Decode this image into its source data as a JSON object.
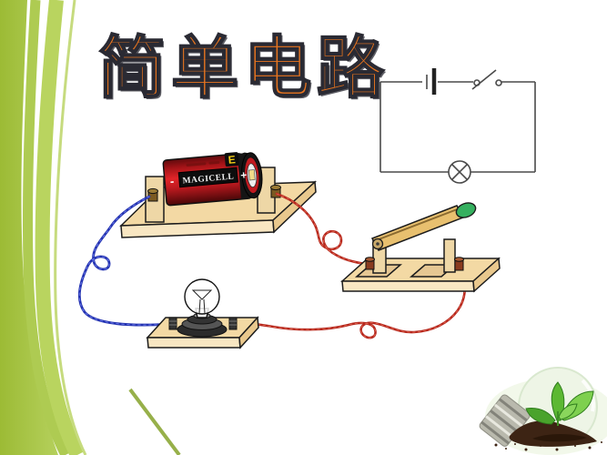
{
  "slide": {
    "title": "简单电路"
  },
  "battery": {
    "brand": "MAGICELL",
    "negative": "-",
    "positive": "+",
    "logo": "E"
  },
  "schematic": {
    "elements": [
      "battery-cell-symbol",
      "open-switch-symbol",
      "lamp-symbol"
    ]
  },
  "theme": {
    "title_color": "#e8751f",
    "accent_green": "#a9c84b",
    "wire_red": "#b6281e",
    "wire_blue": "#2433b0",
    "wood": "#f3d9a4",
    "battery_red": "#c01a20",
    "knob_green": "#35b05f"
  }
}
